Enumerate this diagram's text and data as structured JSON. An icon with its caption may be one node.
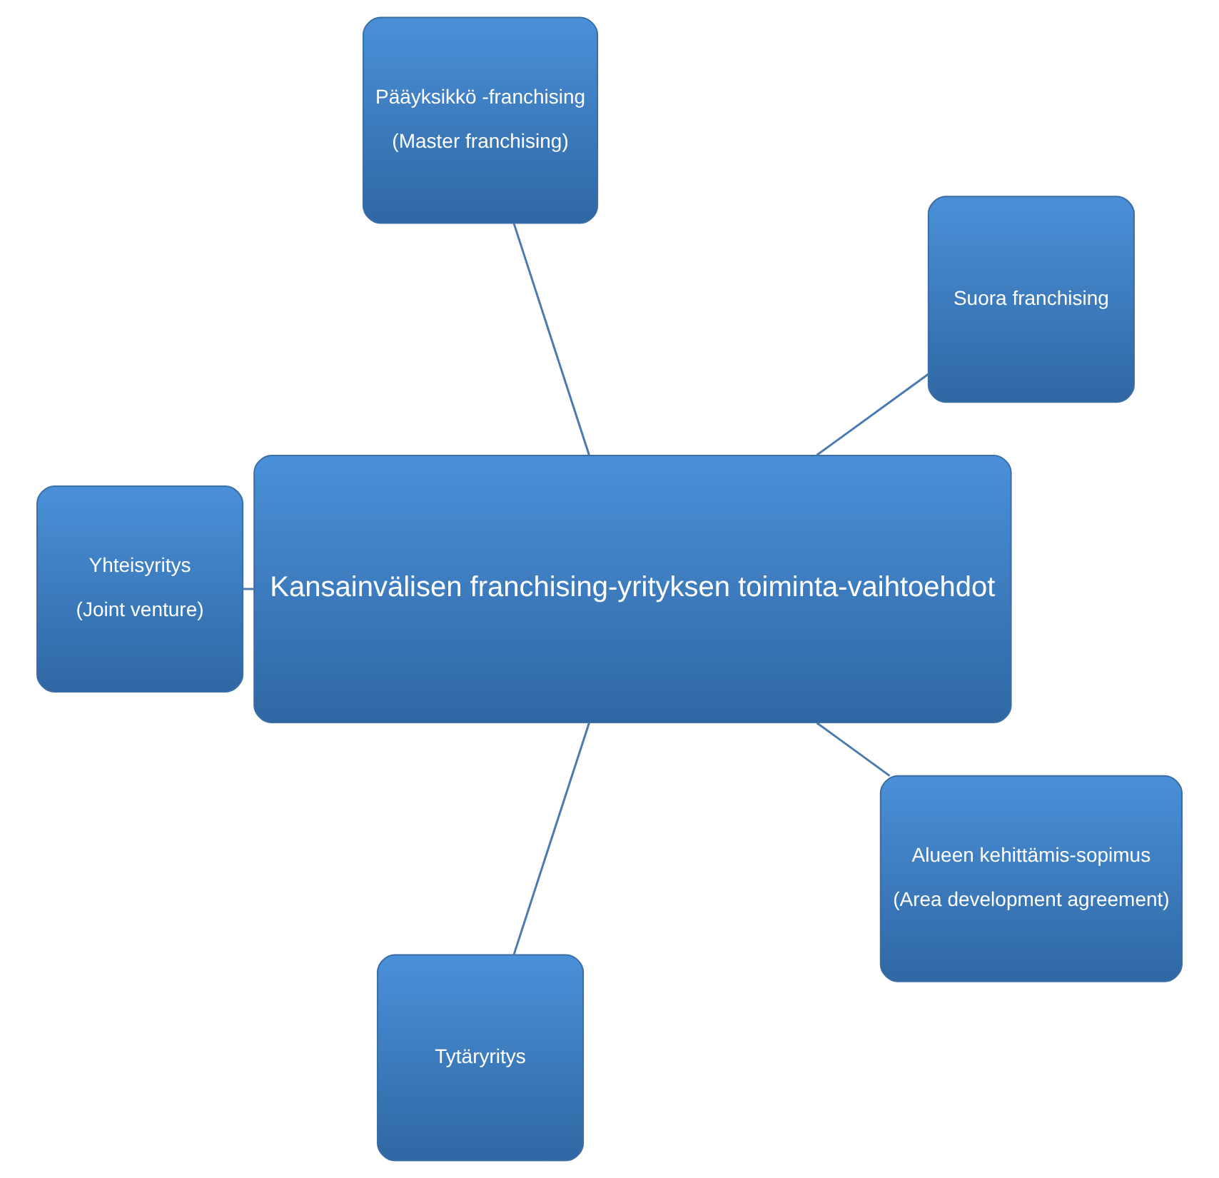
{
  "diagram": {
    "nodes": [
      {
        "text": [
          "Kansainvälisen franchising-yrityksen toiminta-vaihtoehdot"
        ]
      },
      {
        "text": [
          "Suora franchising"
        ]
      },
      {
        "text": [
          "Pääyksikkö -franchising",
          "(Master franchising)"
        ]
      },
      {
        "text": [
          "Yhteisyritys",
          "(Joint venture)"
        ]
      },
      {
        "text": [
          "Tytäryritys"
        ]
      },
      {
        "text": [
          "Alueen kehittämis-sopimus",
          "(Area development agreement)"
        ]
      }
    ],
    "edges": [
      {
        "from": 0,
        "to": 1,
        "arrow": "none"
      },
      {
        "from": 0,
        "to": 2,
        "arrow": "none"
      },
      {
        "from": 0,
        "to": 3,
        "arrow": "none"
      },
      {
        "from": 0,
        "to": 4,
        "arrow": "none"
      },
      {
        "from": 0,
        "to": 5,
        "arrow": "none"
      }
    ]
  }
}
